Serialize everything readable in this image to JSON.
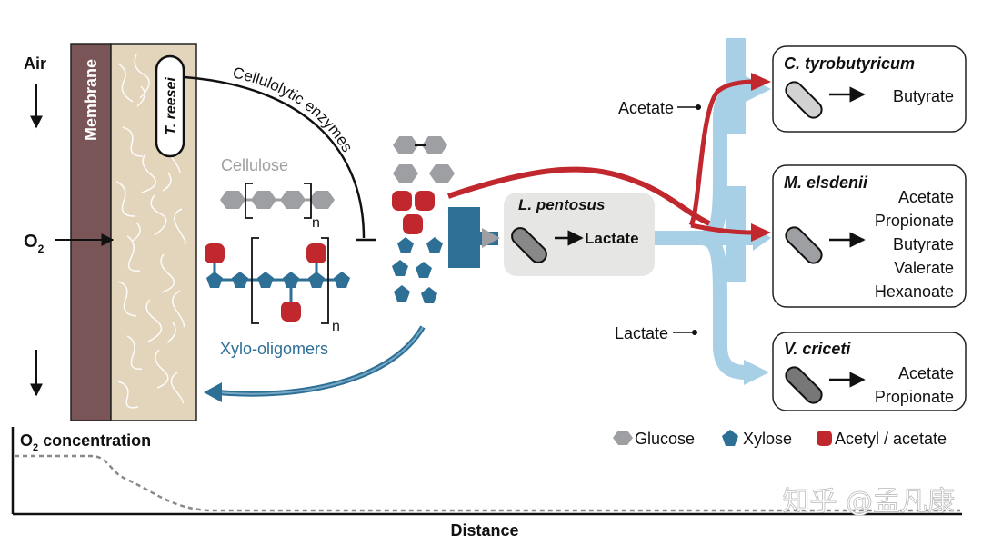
{
  "labels": {
    "air": "Air",
    "membrane": "Membrane",
    "t_reesei": "T. reesei",
    "cellulolytic_enzymes": "Cellulolytic enzymes",
    "cellulose": "Cellulose",
    "cellulose_n": "n",
    "xylo_oligomers": "Xylo-oligomers",
    "xylo_n": "n",
    "o2_main": "O",
    "o2_sub": "2",
    "o2_conc_main": "O",
    "o2_conc_sub": "2",
    "o2_conc_rest": " concentration",
    "distance": "Distance",
    "acetate_in": "Acetate",
    "lactate_in": "Lactate",
    "watermark": "知乎 @孟凡康"
  },
  "l_pentosus": {
    "name": "L. pentosus",
    "product": "Lactate"
  },
  "organisms": [
    {
      "name": "C. tyrobutyricum",
      "products": [
        "Butyrate"
      ]
    },
    {
      "name": "M. elsdenii",
      "products": [
        "Acetate",
        "Propionate",
        "Butyrate",
        "Valerate",
        "Hexanoate"
      ]
    },
    {
      "name": "V. criceti",
      "products": [
        "Acetate",
        "Propionate"
      ]
    }
  ],
  "legend": {
    "glucose": "Glucose",
    "xylose": "Xylose",
    "acetyl": "Acetyl / acetate"
  },
  "colors": {
    "glucose": "#9d9fa2",
    "xylose": "#2e6f96",
    "acetyl": "#c0282d",
    "membrane": "#7a5558",
    "biofilm": "#e3d4bc",
    "light_blue": "#a7cfe6",
    "l_pentosus_box": "#e6e6e4"
  }
}
